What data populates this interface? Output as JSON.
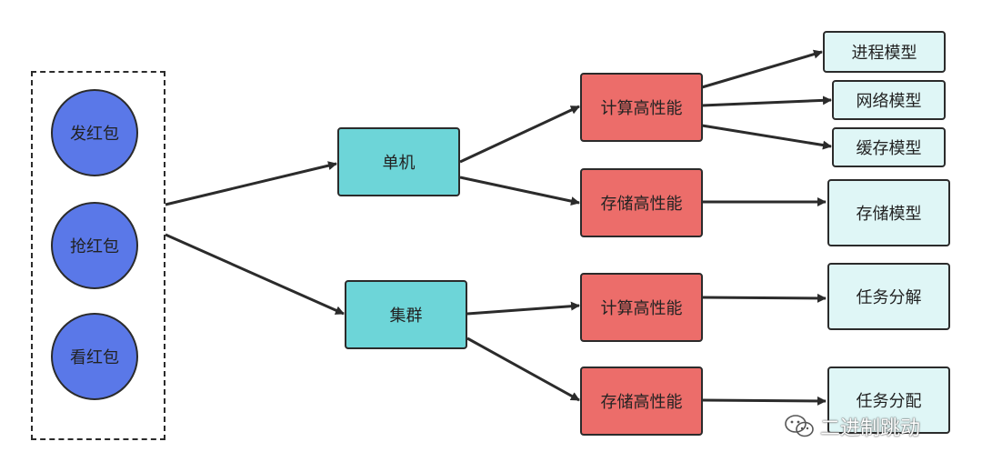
{
  "group": {
    "items": [
      "发红包",
      "抢红包",
      "看红包"
    ]
  },
  "level1": {
    "single": "单机",
    "cluster": "集群"
  },
  "level2": {
    "single_compute": "计算高性能",
    "single_storage": "存储高性能",
    "cluster_compute": "计算高性能",
    "cluster_storage": "存储高性能"
  },
  "level3": {
    "process_model": "进程模型",
    "network_model": "网络模型",
    "cache_model": "缓存模型",
    "storage_model": "存储模型",
    "task_decompose": "任务分解",
    "task_allocate": "任务分配"
  },
  "watermark": {
    "text": "二进制跳动",
    "icon": "wechat-icon"
  },
  "colors": {
    "circle": "#5a78e8",
    "teal": "#6dd5d8",
    "red": "#ec6d6a",
    "pale": "#dff6f6",
    "line": "#2b2b2b"
  }
}
